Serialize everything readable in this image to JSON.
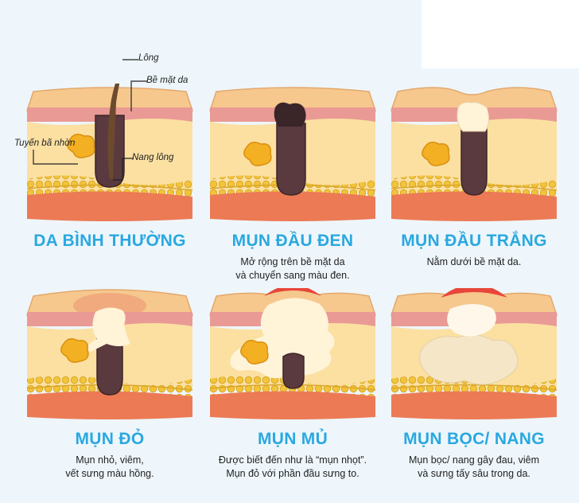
{
  "panels": [
    {
      "id": "normal",
      "title": "DA BÌNH THƯỜNG",
      "desc1": "",
      "desc2": ""
    },
    {
      "id": "blackhead",
      "title": "MỤN ĐẦU ĐEN",
      "desc1": "Mở rộng trên bề mặt da",
      "desc2": "và chuyển sang màu đen."
    },
    {
      "id": "whitehead",
      "title": "MỤN ĐẦU TRẮNG",
      "desc1": "Nằm dưới bề mặt da.",
      "desc2": ""
    },
    {
      "id": "papule",
      "title": "MỤN ĐỎ",
      "desc1": "Mụn nhỏ, viêm,",
      "desc2": "vết sưng màu hồng."
    },
    {
      "id": "pustule",
      "title": "MỤN MỦ",
      "desc1": "Được biết đến như là “mụn nhọt”.",
      "desc2": "Mụn đỏ với phần đầu sưng to."
    },
    {
      "id": "cyst",
      "title": "MỤN BỌC/ NANG",
      "desc1": "Mụn bọc/ nang gây đau, viêm",
      "desc2": "và sưng tấy sâu trong da."
    }
  ],
  "labels": {
    "hair": "Lông",
    "surface": "Bề mặt da",
    "gland": "Tuyến bã nhờn",
    "follicle": "Nang lông"
  },
  "colors": {
    "title": "#2aa8e0",
    "epidermis_top": "#f6c88e",
    "pink_layer": "#ea9a94",
    "dermis": "#fbe0a2",
    "fat_dots": "#f2c43a",
    "bottom": "#ec7a55",
    "follicle": "#5a3a3e",
    "gland": "#f3b022",
    "pus": "#fff3d8",
    "inflammation": "#e8463a",
    "hair": "#6b4a2e"
  }
}
